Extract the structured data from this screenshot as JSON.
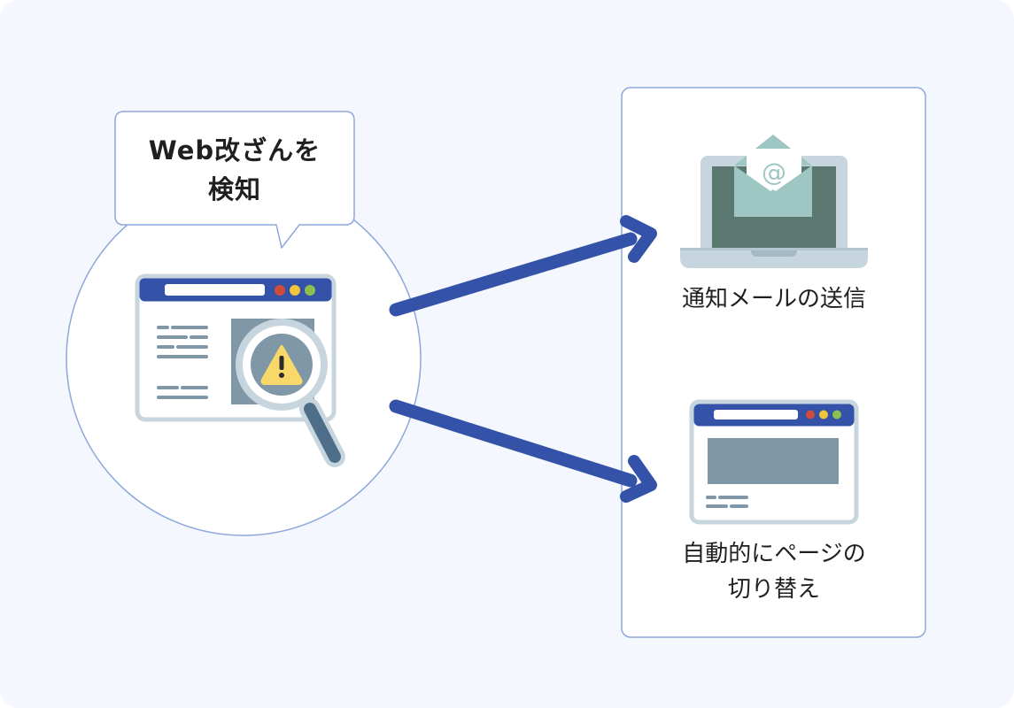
{
  "detect_bubble": {
    "line1": "Web改ざんを",
    "line2": "検知"
  },
  "actions": {
    "mail_label": "通知メールの送信",
    "switch_label_line1": "自動的にページの",
    "switch_label_line2": "切り替え"
  },
  "colors": {
    "background": "#f4f7fd",
    "arrow": "#3452a8",
    "browser_bar": "#3452a8",
    "dot_red": "#d04b3c",
    "dot_yellow": "#f2c53d",
    "dot_green": "#8cc152",
    "warning": "#f9d86a",
    "screen_dark": "#5a7870",
    "envelope": "#9ec7c4"
  },
  "icons": {
    "detect": "browser-with-magnifier-warning-icon",
    "mail": "laptop-email-icon",
    "switch": "browser-page-icon"
  }
}
